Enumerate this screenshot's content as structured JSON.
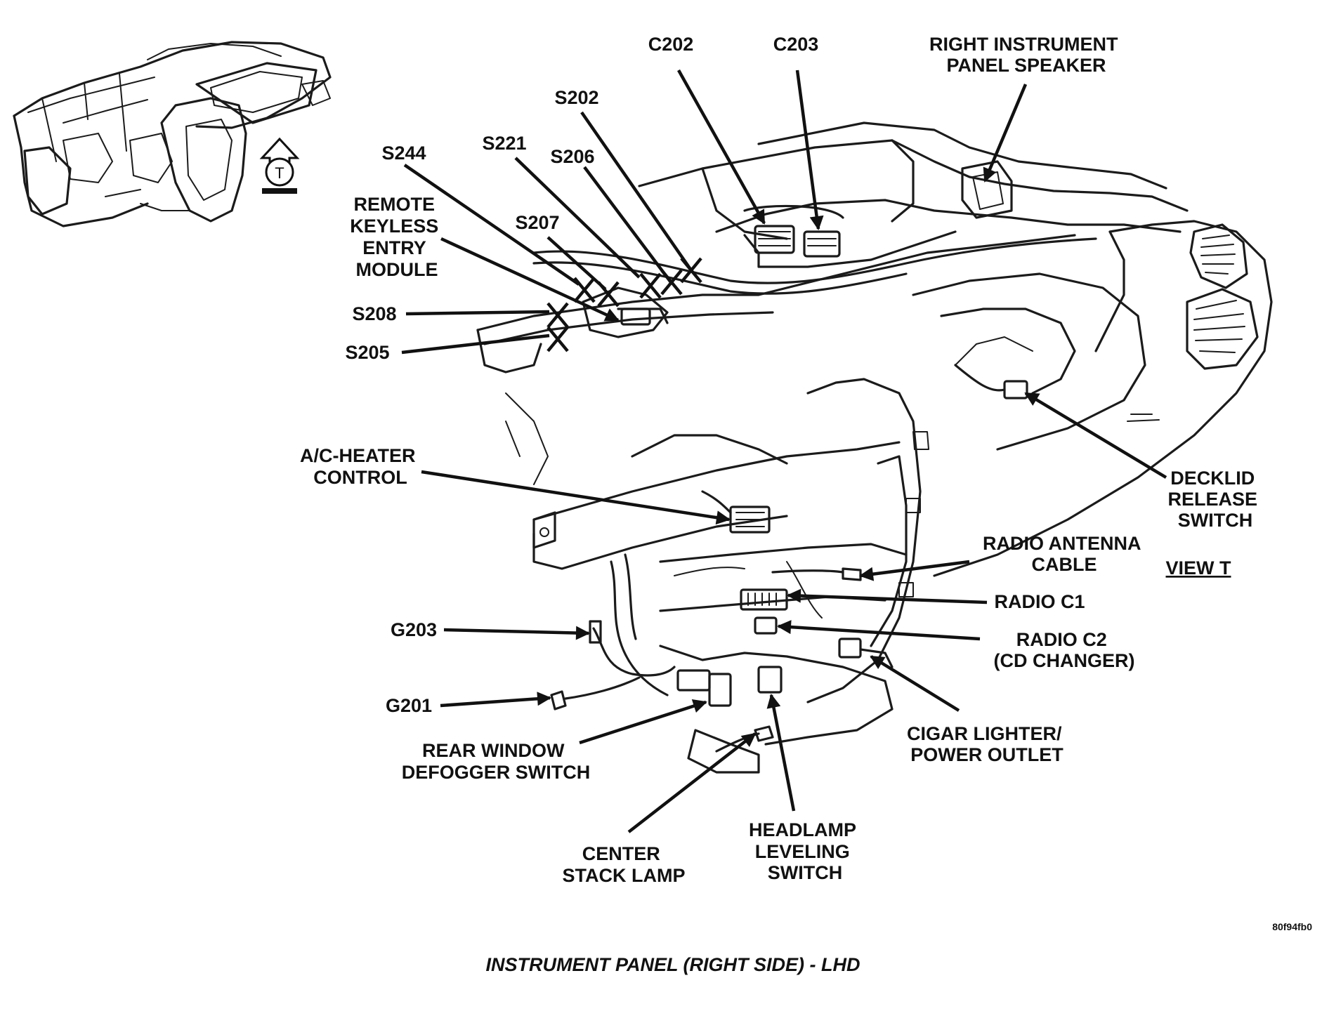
{
  "diagram": {
    "caption": "INSTRUMENT PANEL (RIGHT SIDE) - LHD",
    "figure_ref": "80f94fb0",
    "view_label": "VIEW T",
    "view_marker_letter": "T",
    "labels": {
      "c202": "C202",
      "c203": "C203",
      "right_speaker": [
        "RIGHT INSTRUMENT",
        "PANEL SPEAKER"
      ],
      "s202": "S202",
      "s221": "S221",
      "s206": "S206",
      "s244": "S244",
      "remote_keyless": [
        "REMOTE",
        "KEYLESS",
        "ENTRY",
        "MODULE"
      ],
      "s207": "S207",
      "s208": "S208",
      "s205": "S205",
      "ac_heater": [
        "A/C-HEATER",
        "CONTROL"
      ],
      "decklid": [
        "DECKLID",
        "RELEASE",
        "SWITCH"
      ],
      "radio_antenna": [
        "RADIO ANTENNA",
        "CABLE"
      ],
      "radio_c1": "RADIO C1",
      "radio_c2": [
        "RADIO C2",
        "(CD CHANGER)"
      ],
      "g203": "G203",
      "g201": "G201",
      "rear_window": [
        "REAR WINDOW",
        "DEFOGGER SWITCH"
      ],
      "cigar": [
        "CIGAR LIGHTER/",
        "POWER OUTLET"
      ],
      "center_stack": [
        "CENTER",
        "STACK LAMP"
      ],
      "headlamp": [
        "HEADLAMP",
        "LEVELING",
        "SWITCH"
      ]
    }
  }
}
